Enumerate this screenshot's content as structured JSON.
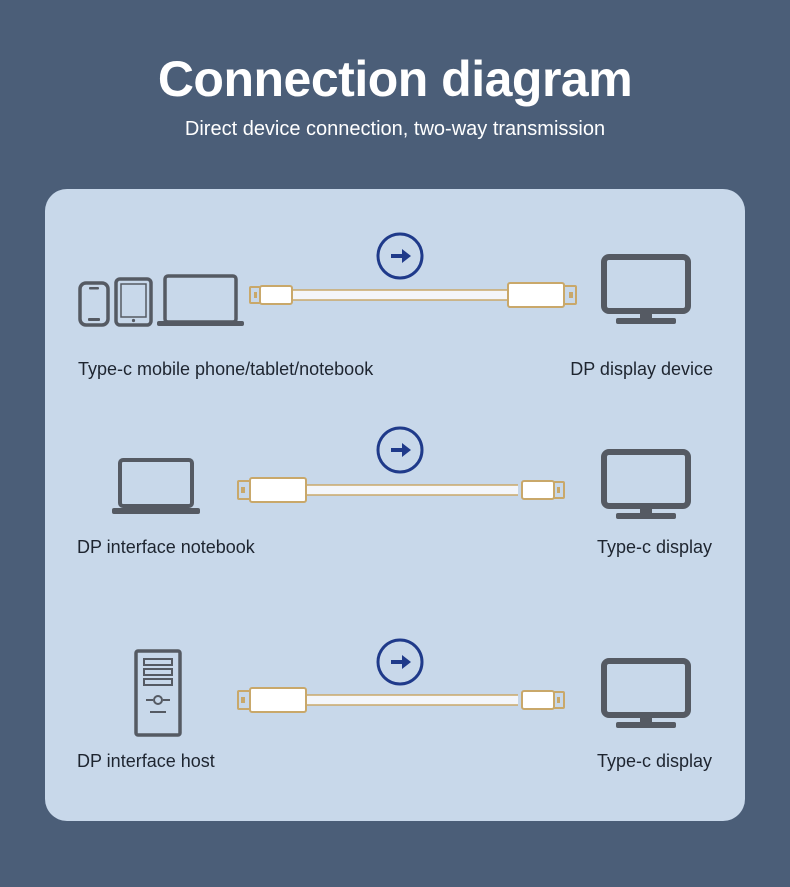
{
  "header": {
    "title": "Connection diagram",
    "subtitle": "Direct device connection, two-way transmission"
  },
  "colors": {
    "background": "#4b5e78",
    "panel": "#c8d8ea",
    "device_stroke": "#555a63",
    "connector_gold": "#c9a86a",
    "cable": "#f4f6fa",
    "arrow_circle": "#1f3a8a"
  },
  "rows": [
    {
      "source_label": "Type-c mobile phone/tablet/notebook",
      "target_label": "DP display device",
      "source_icons": [
        "phone-icon",
        "tablet-icon",
        "laptop-icon"
      ],
      "cable": "type-c-to-dp",
      "direction": "right"
    },
    {
      "source_label": "DP interface notebook",
      "target_label": "Type-c display",
      "source_icons": [
        "laptop-icon"
      ],
      "cable": "dp-to-type-c",
      "direction": "right"
    },
    {
      "source_label": "DP interface host",
      "target_label": "Type-c display",
      "source_icons": [
        "desktop-tower-icon"
      ],
      "cable": "dp-to-type-c",
      "direction": "right"
    }
  ]
}
